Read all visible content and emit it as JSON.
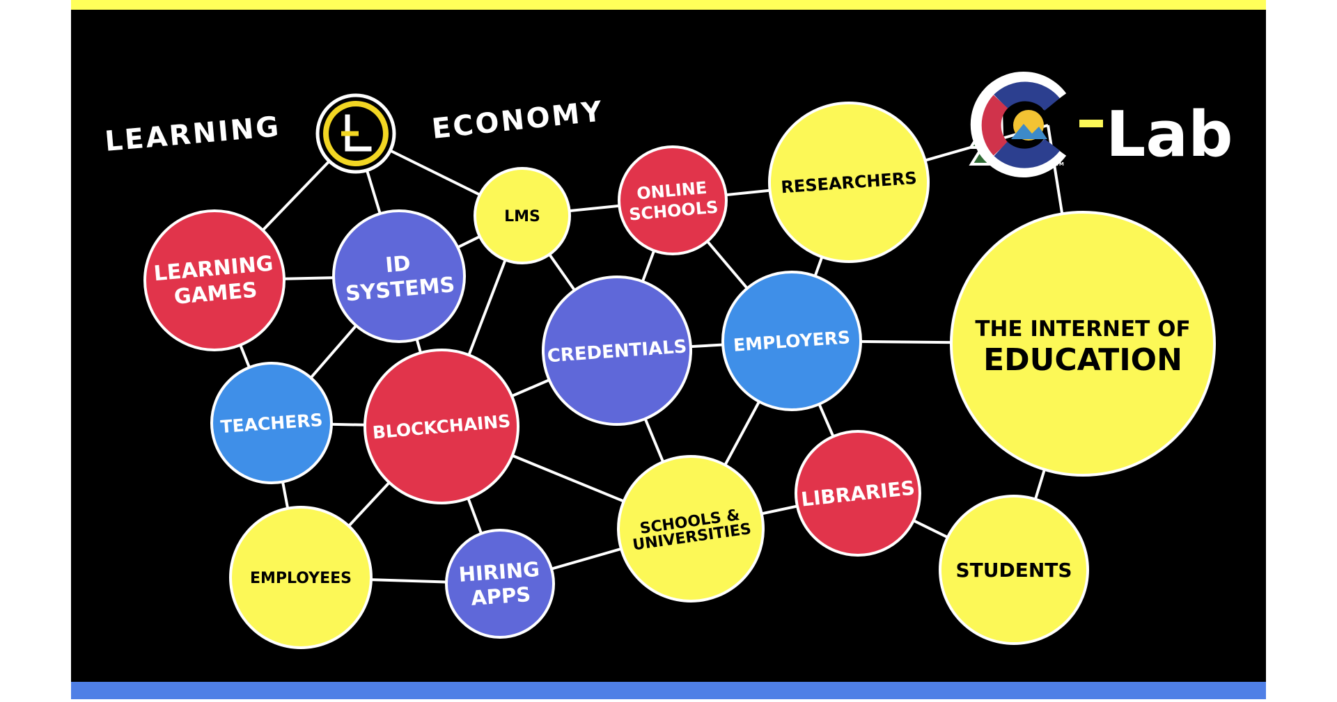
{
  "colors": {
    "background": "#000000",
    "top_band": "#ffff5a",
    "bottom_band": "#4f7fe6",
    "yellow": "#fcf857",
    "red": "#e1344b",
    "purple": "#5f68d9",
    "blue": "#3f8fe8",
    "edge": "#ffffff"
  },
  "logos": {
    "learning_economy": {
      "left_word": "LEARNING",
      "right_word": "ECONOMY",
      "mark_letter": "L"
    },
    "c_lab": {
      "text": "Lab",
      "trademark": "TM"
    }
  },
  "nodes": [
    {
      "id": "learning-games",
      "lines": [
        "LEARNING",
        "GAMES"
      ],
      "color": "red"
    },
    {
      "id": "id-systems",
      "lines": [
        "ID",
        "SYSTEMS"
      ],
      "color": "purple"
    },
    {
      "id": "lms",
      "lines": [
        "LMS"
      ],
      "color": "yellow"
    },
    {
      "id": "online-schools",
      "lines": [
        "ONLINE",
        "SCHOOLS"
      ],
      "color": "red"
    },
    {
      "id": "researchers",
      "lines": [
        "RESEARCHERS"
      ],
      "color": "yellow"
    },
    {
      "id": "teachers",
      "lines": [
        "TEACHERS"
      ],
      "color": "blue"
    },
    {
      "id": "blockchains",
      "lines": [
        "BLOCKCHAINS"
      ],
      "color": "red"
    },
    {
      "id": "credentials",
      "lines": [
        "CREDENTIALS"
      ],
      "color": "purple"
    },
    {
      "id": "employers",
      "lines": [
        "EMPLOYERS"
      ],
      "color": "blue"
    },
    {
      "id": "internet-of-education",
      "lines": [
        "THE INTERNET OF",
        "EDUCATION"
      ],
      "color": "yellow"
    },
    {
      "id": "employees",
      "lines": [
        "EMPLOYEES"
      ],
      "color": "yellow"
    },
    {
      "id": "hiring-apps",
      "lines": [
        "HIRING",
        "APPS"
      ],
      "color": "purple"
    },
    {
      "id": "schools-universities",
      "lines": [
        "SCHOOLS &",
        "UNIVERSITIES"
      ],
      "color": "yellow"
    },
    {
      "id": "libraries",
      "lines": [
        "LIBRARIES"
      ],
      "color": "red"
    },
    {
      "id": "students",
      "lines": [
        "STUDENTS"
      ],
      "color": "yellow"
    }
  ],
  "edges": [
    [
      "le-logo",
      "learning-games"
    ],
    [
      "le-logo",
      "id-systems"
    ],
    [
      "le-logo",
      "lms"
    ],
    [
      "learning-games",
      "id-systems"
    ],
    [
      "learning-games",
      "teachers"
    ],
    [
      "id-systems",
      "lms"
    ],
    [
      "id-systems",
      "teachers"
    ],
    [
      "id-systems",
      "blockchains"
    ],
    [
      "lms",
      "online-schools"
    ],
    [
      "lms",
      "blockchains"
    ],
    [
      "lms",
      "credentials"
    ],
    [
      "online-schools",
      "researchers"
    ],
    [
      "online-schools",
      "credentials"
    ],
    [
      "online-schools",
      "employers"
    ],
    [
      "researchers",
      "employers"
    ],
    [
      "researchers",
      "clab-logo"
    ],
    [
      "clab-logo",
      "internet-of-education"
    ],
    [
      "teachers",
      "blockchains"
    ],
    [
      "teachers",
      "employees"
    ],
    [
      "blockchains",
      "credentials"
    ],
    [
      "blockchains",
      "employees"
    ],
    [
      "blockchains",
      "hiring-apps"
    ],
    [
      "blockchains",
      "schools-universities"
    ],
    [
      "credentials",
      "employers"
    ],
    [
      "credentials",
      "schools-universities"
    ],
    [
      "employers",
      "internet-of-education"
    ],
    [
      "employers",
      "schools-universities"
    ],
    [
      "employers",
      "libraries"
    ],
    [
      "employees",
      "hiring-apps"
    ],
    [
      "hiring-apps",
      "schools-universities"
    ],
    [
      "schools-universities",
      "libraries"
    ],
    [
      "libraries",
      "students"
    ],
    [
      "internet-of-education",
      "students"
    ]
  ]
}
